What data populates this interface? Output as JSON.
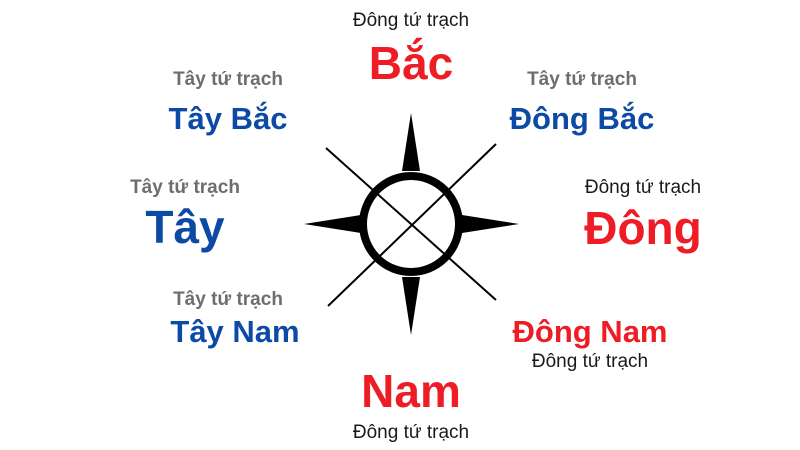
{
  "colors": {
    "east_group": "#ee1c24",
    "west_group": "#0d4aa5",
    "east_caption": "#1a1a1a",
    "west_caption": "#6e6e6e",
    "compass": "#000000"
  },
  "compass": {
    "icon": "compass-rose-icon"
  },
  "directions": {
    "north": {
      "name": "Bắc",
      "group": "Đông tứ trạch"
    },
    "northeast": {
      "name": "Đông Bắc",
      "group": "Tây tứ trạch"
    },
    "east": {
      "name": "Đông",
      "group": "Đông tứ trạch"
    },
    "southeast": {
      "name": "Đông Nam",
      "group": "Đông tứ trạch"
    },
    "south": {
      "name": "Nam",
      "group": "Đông tứ trạch"
    },
    "southwest": {
      "name": "Tây Nam",
      "group": "Tây tứ trạch"
    },
    "west": {
      "name": "Tây",
      "group": "Tây tứ trạch"
    },
    "northwest": {
      "name": "Tây Bắc",
      "group": "Tây tứ trạch"
    }
  }
}
